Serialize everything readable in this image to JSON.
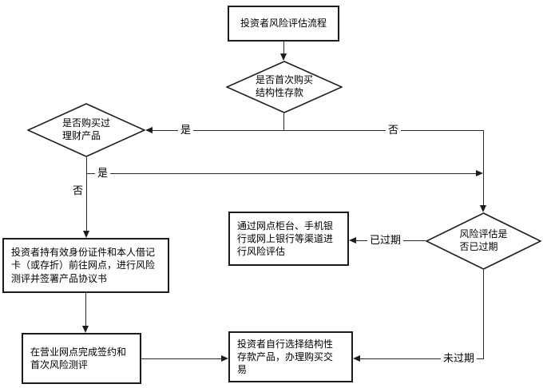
{
  "diagram": {
    "title": "投资者风险评估流程",
    "type": "flowchart",
    "colors": {
      "background": "#ffffff",
      "line": "#2a2a2a",
      "border": "#1c1c1c",
      "text": "#000000",
      "node_fill": "#ffffff"
    },
    "nodes": {
      "start": "投资者风险评估流程",
      "first_purchase_decision": "是否首次购买\n结构性存款",
      "purchased_wm_decision": "是否购买过\n理财产品",
      "visit_branch_process": "投资者持有效身份证件和本人借记\n卡（或存折）前往网点，进行风险\n测评并签署产品协议书",
      "sign_at_branch_process": "在营业网点完成签约和\n首次风险测评",
      "assessment_channels_process": "通过网点柜台、手机银\n行或网上银行等渠道进\n行风险评估",
      "assessment_expired_decision": "风险评估是\n否已过期",
      "purchase_process": "投资者自行选择结构性\n存款产品，办理购买交\n易"
    },
    "edge_labels": {
      "first_purchase_yes": "是",
      "first_purchase_no": "否",
      "purchased_wm_yes": "是",
      "purchased_wm_no": "否",
      "expired": "已过期",
      "not_expired": "未过期"
    },
    "edges": [
      {
        "from": "start",
        "to": "first_purchase_decision",
        "label": ""
      },
      {
        "from": "first_purchase_decision",
        "to": "purchased_wm_decision",
        "label": "是"
      },
      {
        "from": "first_purchase_decision",
        "to": "assessment_expired_decision",
        "label": "否"
      },
      {
        "from": "purchased_wm_decision",
        "to": "assessment_expired_decision",
        "label": "是"
      },
      {
        "from": "purchased_wm_decision",
        "to": "visit_branch_process",
        "label": "否"
      },
      {
        "from": "visit_branch_process",
        "to": "sign_at_branch_process",
        "label": ""
      },
      {
        "from": "sign_at_branch_process",
        "to": "purchase_process",
        "label": ""
      },
      {
        "from": "assessment_expired_decision",
        "to": "assessment_channels_process",
        "label": "已过期"
      },
      {
        "from": "assessment_expired_decision",
        "to": "purchase_process",
        "label": "未过期"
      }
    ]
  }
}
